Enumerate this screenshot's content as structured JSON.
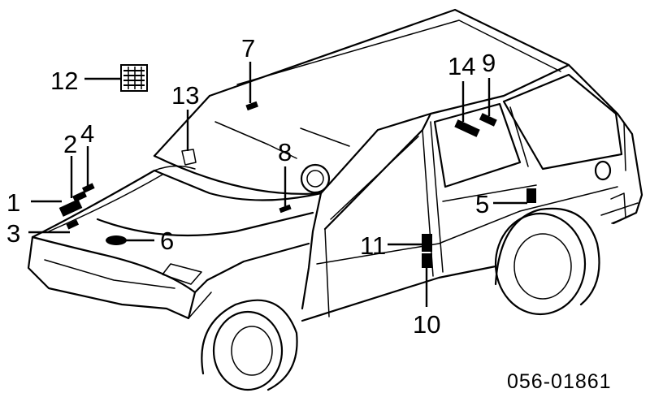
{
  "diagram": {
    "code": "056-01861",
    "callouts": [
      {
        "id": "1",
        "text": "1"
      },
      {
        "id": "2",
        "text": "2"
      },
      {
        "id": "3",
        "text": "3"
      },
      {
        "id": "4",
        "text": "4"
      },
      {
        "id": "5",
        "text": "5"
      },
      {
        "id": "6",
        "text": "6"
      },
      {
        "id": "7",
        "text": "7"
      },
      {
        "id": "8",
        "text": "8"
      },
      {
        "id": "9",
        "text": "9"
      },
      {
        "id": "10",
        "text": "10"
      },
      {
        "id": "11",
        "text": "11"
      },
      {
        "id": "12",
        "text": "12"
      },
      {
        "id": "13",
        "text": "13"
      },
      {
        "id": "14",
        "text": "14"
      }
    ]
  }
}
